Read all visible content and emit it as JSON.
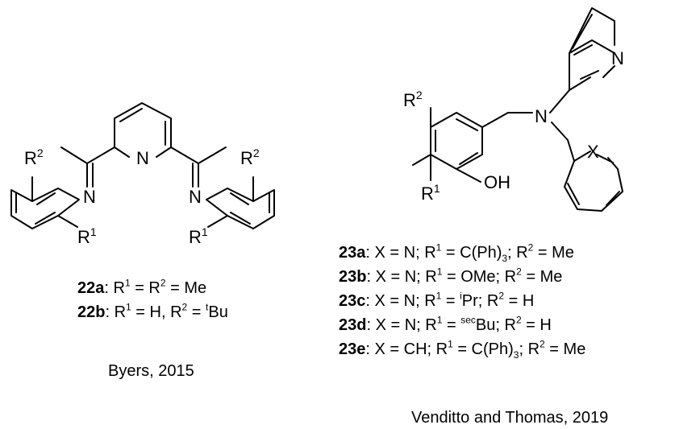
{
  "left": {
    "atoms": {
      "r2_left": {
        "main": "R",
        "sup": "2"
      },
      "r1_left": {
        "main": "R",
        "sup": "1"
      },
      "n_imine_left": "N",
      "n_pyridine": "N",
      "n_imine_right": "N",
      "r2_right": {
        "main": "R",
        "sup": "2"
      },
      "r1_right": {
        "main": "R",
        "sup": "1"
      }
    },
    "compounds": [
      {
        "id": "22a",
        "text": ": R",
        "parts": [
          {
            "t": "R"
          },
          {
            "s": "1"
          },
          {
            "t": " = R"
          },
          {
            "s": "2"
          },
          {
            "t": " = Me"
          }
        ]
      },
      {
        "id": "22b",
        "parts": [
          {
            "t": "R"
          },
          {
            "s": "1"
          },
          {
            "t": " = H, R"
          },
          {
            "s": "2"
          },
          {
            "t": " = "
          },
          {
            "s": "t"
          },
          {
            "t": "Bu"
          }
        ]
      }
    ],
    "caption": "Byers, 2015"
  },
  "right": {
    "atoms": {
      "r2": {
        "main": "R",
        "sup": "2"
      },
      "r1": {
        "main": "R",
        "sup": "1"
      },
      "oh": "OH",
      "n_amine": "N",
      "n_pyridine": "N",
      "x": "X"
    },
    "compounds": [
      {
        "id": "23a",
        "parts": [
          {
            "t": "X = N; R"
          },
          {
            "s": "1"
          },
          {
            "t": " = C(Ph)"
          },
          {
            "b": "3"
          },
          {
            "t": "; R"
          },
          {
            "s": "2"
          },
          {
            "t": " = Me"
          }
        ]
      },
      {
        "id": "23b",
        "parts": [
          {
            "t": "X = N; R"
          },
          {
            "s": "1"
          },
          {
            "t": " = OMe; R"
          },
          {
            "s": "2"
          },
          {
            "t": " = Me"
          }
        ]
      },
      {
        "id": "23c",
        "parts": [
          {
            "t": "X = N; R"
          },
          {
            "s": "1"
          },
          {
            "t": " = "
          },
          {
            "s": "i"
          },
          {
            "t": "Pr; R"
          },
          {
            "s": "2"
          },
          {
            "t": " = H"
          }
        ]
      },
      {
        "id": "23d",
        "parts": [
          {
            "t": "X = N; R"
          },
          {
            "s": "1"
          },
          {
            "t": " = "
          },
          {
            "s": "sec"
          },
          {
            "t": "Bu; R"
          },
          {
            "s": "2"
          },
          {
            "t": " = H"
          }
        ]
      },
      {
        "id": "23e",
        "parts": [
          {
            "t": "X = CH; R"
          },
          {
            "s": "1"
          },
          {
            "t": " = C(Ph)"
          },
          {
            "b": "3"
          },
          {
            "t": "; R"
          },
          {
            "s": "2"
          },
          {
            "t": " = Me"
          }
        ]
      }
    ],
    "caption": "Venditto and Thomas, 2019"
  }
}
